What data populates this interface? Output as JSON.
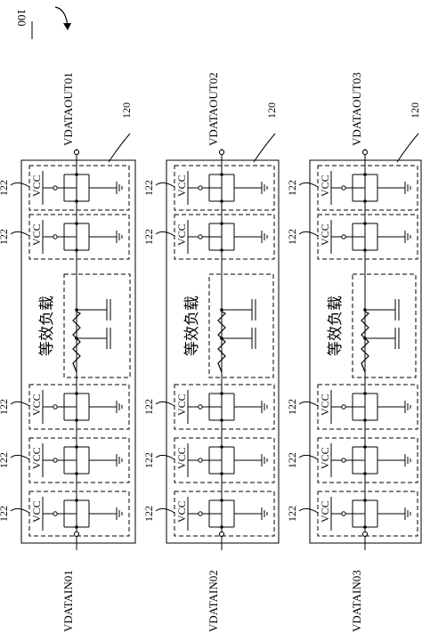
{
  "figure": {
    "ref": "100",
    "block_ref": "120",
    "stage_ref": "122",
    "supply": "VCC",
    "load_label": "等效负载"
  },
  "channels": [
    {
      "input": "VDATAIN01",
      "output": "VDATAOUT01"
    },
    {
      "input": "VDATAIN02",
      "output": "VDATAOUT02"
    },
    {
      "input": "VDATAIN03",
      "output": "VDATAOUT03"
    }
  ]
}
